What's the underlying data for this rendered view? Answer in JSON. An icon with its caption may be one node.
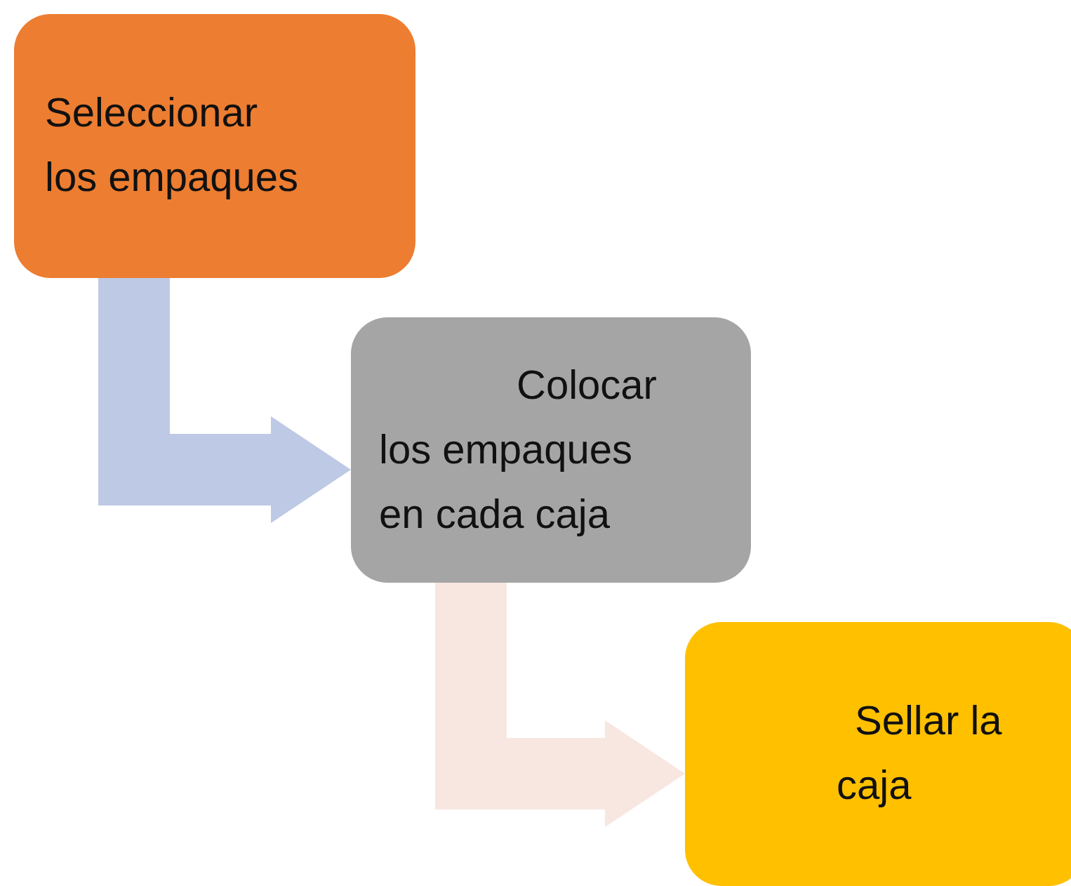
{
  "diagram": {
    "nodes": [
      {
        "text": [
          "Seleccionar los empaques"
        ]
      },
      {
        "text": [
          "Colocar los empaques en cada caja"
        ]
      },
      {
        "text": [
          "Sellar la caja"
        ]
      }
    ],
    "edges": [
      {
        "from": 0,
        "to": 1,
        "arrow": "to",
        "color": "#bdc9e5"
      },
      {
        "from": 1,
        "to": 2,
        "arrow": "to",
        "color": "#f8e6e0"
      }
    ]
  }
}
